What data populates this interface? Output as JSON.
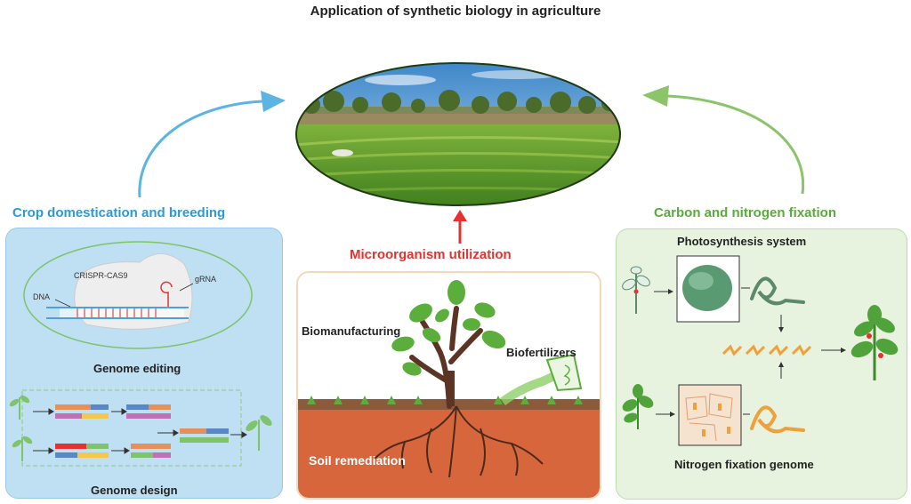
{
  "title": "Application of synthetic biology in agriculture",
  "left": {
    "heading": "Crop domestication and breeding",
    "crispr_label": "CRISPR-CAS9",
    "grna_label": "gRNA",
    "dna_label": "DNA",
    "editing_label": "Genome editing",
    "design_label": "Genome design"
  },
  "middle": {
    "heading": "Microorganism utilization",
    "biomanufacturing_label": "Biomanufacturing",
    "biofertilizers_label": "Biofertilizers",
    "soil_label": "Soil remediation"
  },
  "right": {
    "heading": "Carbon and nitrogen fixation",
    "photosynthesis_label": "Photosynthesis system",
    "nitrogen_label": "Nitrogen fixation genome"
  },
  "colors": {
    "blue": "#2a9bd8",
    "red": "#e6322f",
    "green": "#5aac3a",
    "soil": "#d8663d"
  }
}
